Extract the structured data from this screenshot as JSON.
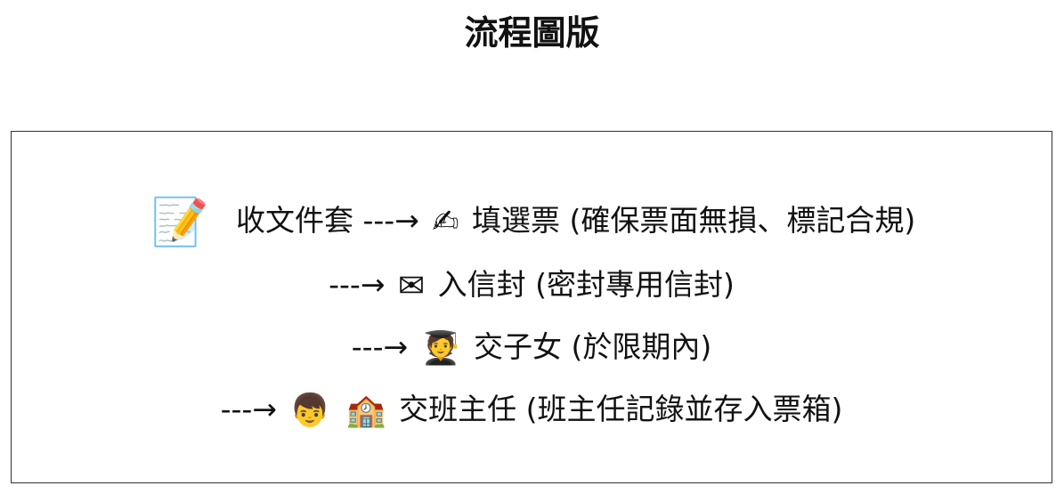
{
  "title": "流程圖版",
  "steps": [
    {
      "icon": "memo-icon",
      "glyph": "📝",
      "text": "收文件套"
    },
    {
      "arrow": "---→",
      "icon": "writing-hand-icon",
      "glyph": "✍",
      "text": "填選票 (確保票面無損、標記合規)"
    },
    {
      "arrow": "---→",
      "icon": "envelope-icon",
      "glyph": "✉",
      "text": "入信封 (密封專用信封)"
    },
    {
      "arrow": "---→",
      "icon": "student-icon",
      "glyph": "🧑‍🎓",
      "text": "交子女 (於限期內)"
    },
    {
      "arrow": "---→",
      "icon": "boy-icon",
      "glyph": "👦",
      "icon2": "school-icon",
      "glyph2": "🏫",
      "text": "交班主任 (班主任記錄並存入票箱)"
    }
  ]
}
